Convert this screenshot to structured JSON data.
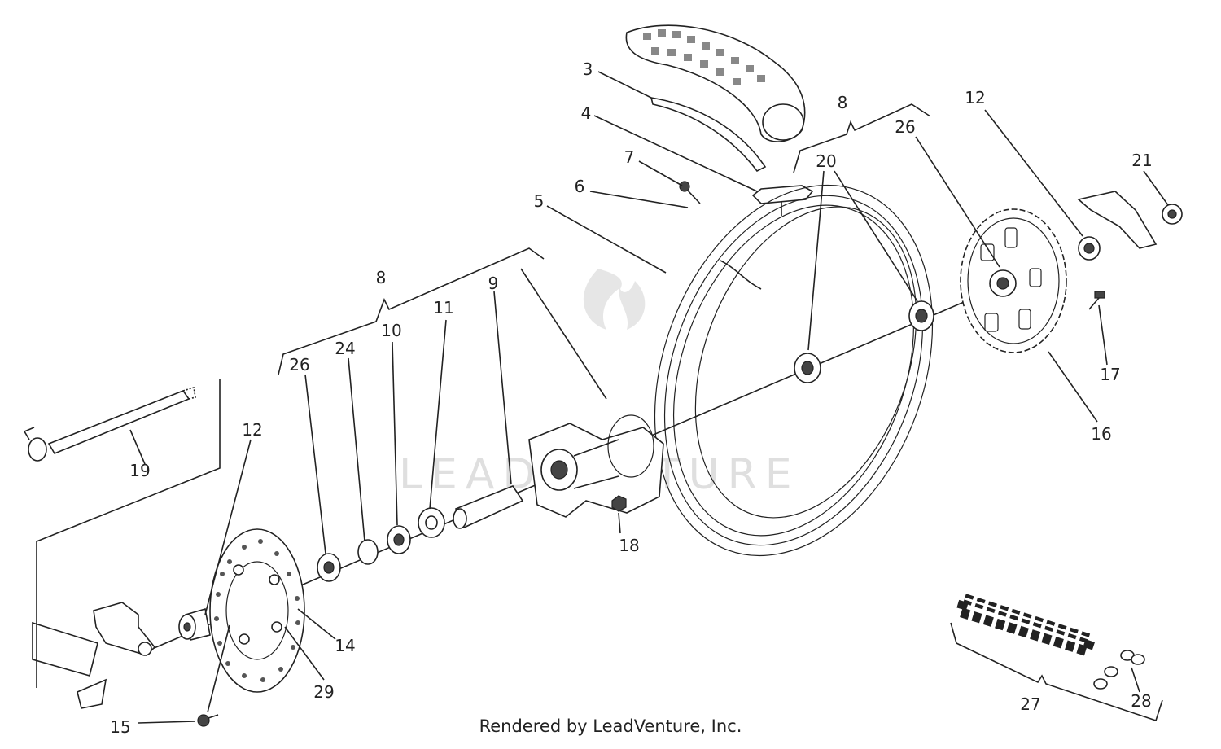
{
  "credit": "Rendered by LeadVenture, Inc.",
  "watermark": "LEADVENTURE",
  "callouts": {
    "c3": "3",
    "c4": "4",
    "c5": "5",
    "c6": "6",
    "c7": "7",
    "c8_left": "8",
    "c8_right": "8",
    "c9": "9",
    "c10": "10",
    "c11": "11",
    "c12_left": "12",
    "c12_right": "12",
    "c14": "14",
    "c15": "15",
    "c16": "16",
    "c17": "17",
    "c18": "18",
    "c19": "19",
    "c20": "20",
    "c21": "21",
    "c24": "24",
    "c26_left": "26",
    "c26_right": "26",
    "c27": "27",
    "c28": "28",
    "c29": "29"
  }
}
